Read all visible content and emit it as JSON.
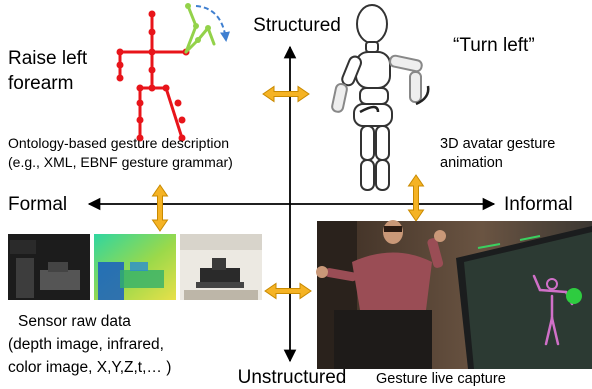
{
  "axis_labels": {
    "top": "Structured",
    "bottom": "Unstructured",
    "left": "Formal",
    "right": "Informal"
  },
  "skeleton_caption": [
    "Raise left",
    "forearm"
  ],
  "avatar_caption": "“Turn left”",
  "ontology_caption": [
    "Ontology-based gesture description",
    "(e.g., XML, EBNF gesture grammar)"
  ],
  "animation_caption": [
    "3D avatar gesture",
    "animation"
  ],
  "sensor_caption": [
    "Sensor raw data",
    "(depth image, infrared,",
    "color image, X,Y,Z,t,… )"
  ],
  "live_capture_caption": "Gesture live capture",
  "colors": {
    "axis": "#000000",
    "arrow_fill": "#f5b324",
    "arrow_stroke": "#c98a00",
    "skeleton_red": "#e8141a",
    "skeleton_green": "#93d24a",
    "motion_blue": "#3f7fd0",
    "avatar_outline": "#333333"
  },
  "icons": [
    "skeleton-figure-icon",
    "avatar-figure-icon",
    "double-arrow-icon"
  ]
}
